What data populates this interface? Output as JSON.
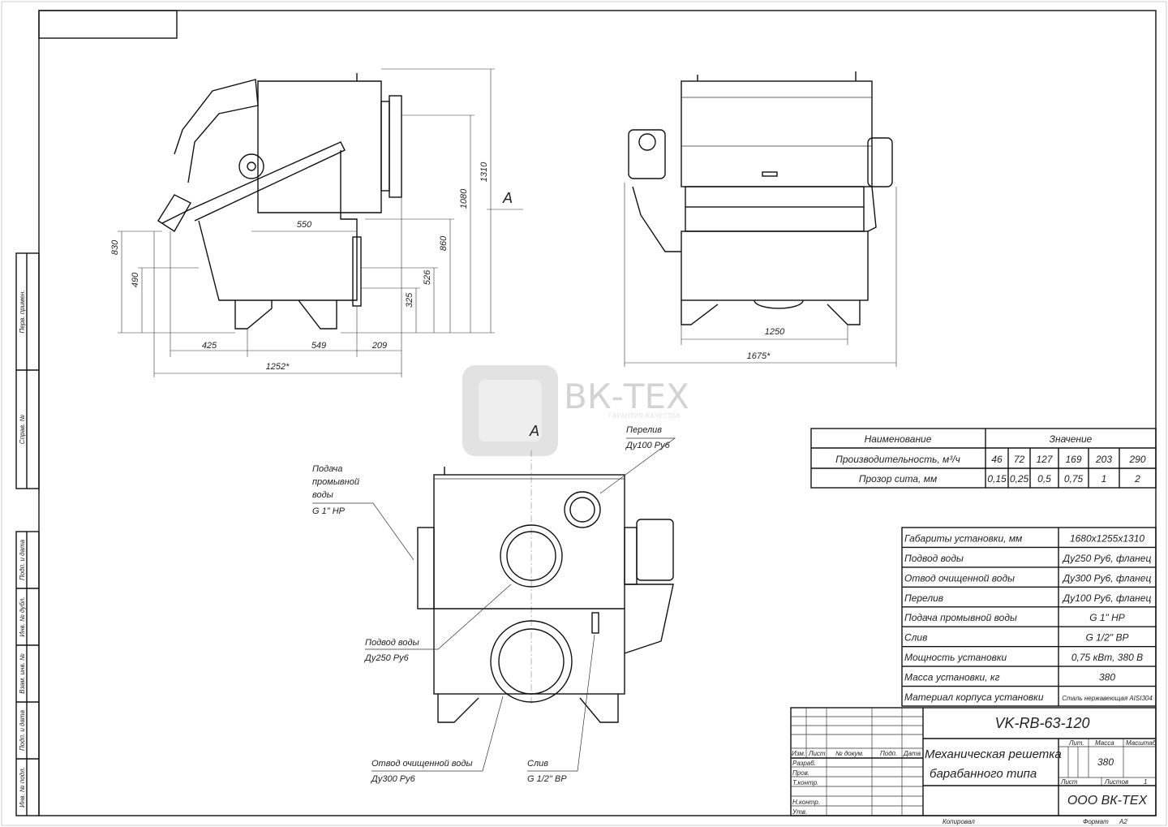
{
  "watermark": {
    "brand": "ВК-ТЕХ",
    "tagline": "ГАРАНТИЯ КАЧЕСТВА"
  },
  "side_view": {
    "dims": {
      "h830": "830",
      "h490": "490",
      "w550": "550",
      "h1080": "1080",
      "h1310": "1310",
      "h860": "860",
      "h526": "526",
      "h325": "325",
      "w425": "425",
      "w549": "549",
      "w209": "209",
      "w1252": "1252*"
    },
    "view_arrow": "A"
  },
  "front_view": {
    "dims": {
      "w1250": "1250",
      "w1675": "1675*"
    }
  },
  "view_a": {
    "title": "A",
    "callouts": {
      "wash_water": [
        "Подача",
        "промывной",
        "воды",
        "G 1\" НР"
      ],
      "overflow": [
        "Перелив",
        "Ду100 Ру6"
      ],
      "inlet": [
        "Подвод воды",
        "Ду250 Ру6"
      ],
      "outlet": [
        "Отвод очищенной воды",
        "Ду300 Ру6"
      ],
      "drain": [
        "Слив",
        "G 1/2\" ВР"
      ]
    }
  },
  "param_table": {
    "header": [
      "Наименование",
      "Значение"
    ],
    "rows": [
      {
        "name": "Производительность, м³/ч",
        "values": [
          "46",
          "72",
          "127",
          "169",
          "203",
          "290"
        ]
      },
      {
        "name": "Прозор сита, мм",
        "values": [
          "0,15",
          "0,25",
          "0,5",
          "0,75",
          "1",
          "2"
        ]
      }
    ]
  },
  "spec_table": [
    {
      "name": "Габариты установки, мм",
      "value": "1680х1255х1310"
    },
    {
      "name": "Подвод воды",
      "value": "Ду250 Ру6, фланец"
    },
    {
      "name": "Отвод очищенной воды",
      "value": "Ду300 Ру6, фланец"
    },
    {
      "name": "Перелив",
      "value": "Ду100 Ру6, фланец"
    },
    {
      "name": "Подача промывной воды",
      "value": "G 1\" НР"
    },
    {
      "name": "Слив",
      "value": "G 1/2\" ВР"
    },
    {
      "name": "Мощность установки",
      "value": "0,75 кВт, 380 В"
    },
    {
      "name": "Масса установки, кг",
      "value": "380"
    },
    {
      "name": "Материал корпуса установки",
      "value": "Сталь нержавеющая AISI304"
    }
  ],
  "title_block": {
    "designation": "VK-RB-63-120",
    "name_line1": "Механическая решетка",
    "name_line2": "барабанного типа",
    "col_headers": [
      "Изм.",
      "Лист",
      "№ докум.",
      "Подп.",
      "Дата"
    ],
    "roles": [
      "Разраб.",
      "Пров.",
      "Т.контр.",
      "",
      "Н.контр.",
      "Утв."
    ],
    "lit_label": "Лит.",
    "mass_label": "Масса",
    "scale_label": "Масштаб",
    "mass_value": "380",
    "sheet_label": "Лист",
    "sheets_label": "Листов",
    "sheets_value": "1",
    "company": "ООО ВК-ТЕХ",
    "copied": "Копировал",
    "format": "Формат",
    "format_value": "А2"
  },
  "side_stamps": [
    "Перв. примен.",
    "Справ. №",
    "Подп. и дата",
    "Инв. № дубл.",
    "Взам. инв. №",
    "Подп. и дата",
    "Инв. № подл."
  ]
}
